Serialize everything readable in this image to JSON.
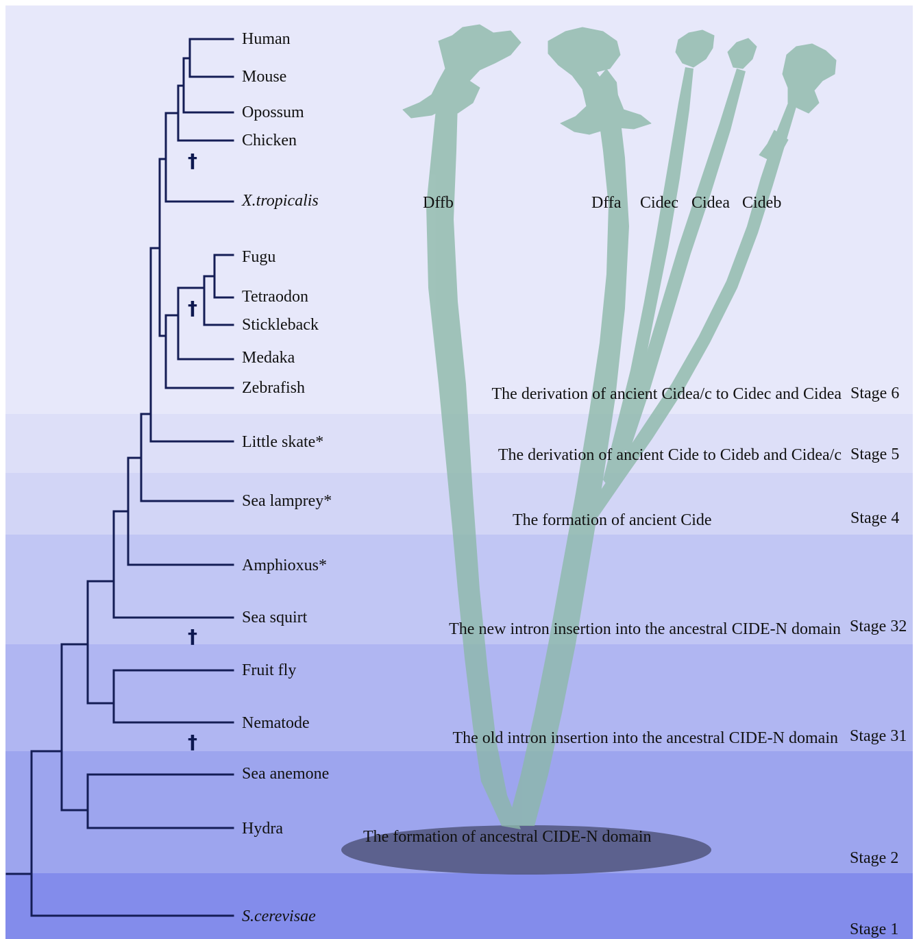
{
  "colors": {
    "band_stage6": "#e7e8fa",
    "band_stage5": "#dddff8",
    "band_stage4": "#d2d5f6",
    "band_stage32": "#c1c6f4",
    "band_stage31": "#b0b6f2",
    "band_stage2": "#9da5ee",
    "band_stage1": "#838ceb",
    "tree_branch": "#141d55",
    "gene_tree": "#8cb8a8",
    "ancestral_disc": "#575b86",
    "scerevisae_label": "#1a237e"
  },
  "taxa": {
    "human": "Human",
    "mouse": "Mouse",
    "opossum": "Opossum",
    "chicken": "Chicken",
    "xtropicalis": "X.tropicalis",
    "fugu": "Fugu",
    "tetraodon": "Tetraodon",
    "stickleback": "Stickleback",
    "medaka": "Medaka",
    "zebrafish": "Zebrafish",
    "little_skate": "Little skate*",
    "sea_lamprey": "Sea lamprey*",
    "amphioxus": "Amphioxus*",
    "sea_squirt": "Sea squirt",
    "fruit_fly": "Fruit fly",
    "nematode": "Nematode",
    "sea_anemone": "Sea anemone",
    "hydra": "Hydra",
    "scerevisae": "S.cerevisae"
  },
  "loss_marker": "†",
  "genes": {
    "dffb": "Dffb",
    "dffa": "Dffa",
    "cidec": "Cidec",
    "cidea": "Cidea",
    "cideb": "Cideb"
  },
  "events": {
    "stage6": "The derivation of ancient Cidea/c to Cidec and Cidea",
    "stage5": "The derivation of ancient Cide to Cideb and Cidea/c",
    "stage4": "The formation of ancient Cide",
    "stage32": "The new intron insertion into the ancestral CIDE-N domain",
    "stage31": "The old intron insertion into the ancestral CIDE-N domain",
    "stage2": "The formation of ancestral CIDE-N domain"
  },
  "stages": {
    "stage6": "Stage 6",
    "stage5": "Stage 5",
    "stage4": "Stage 4",
    "stage32": "Stage 32",
    "stage31": "Stage 31",
    "stage2": "Stage 2",
    "stage1": "Stage 1"
  }
}
